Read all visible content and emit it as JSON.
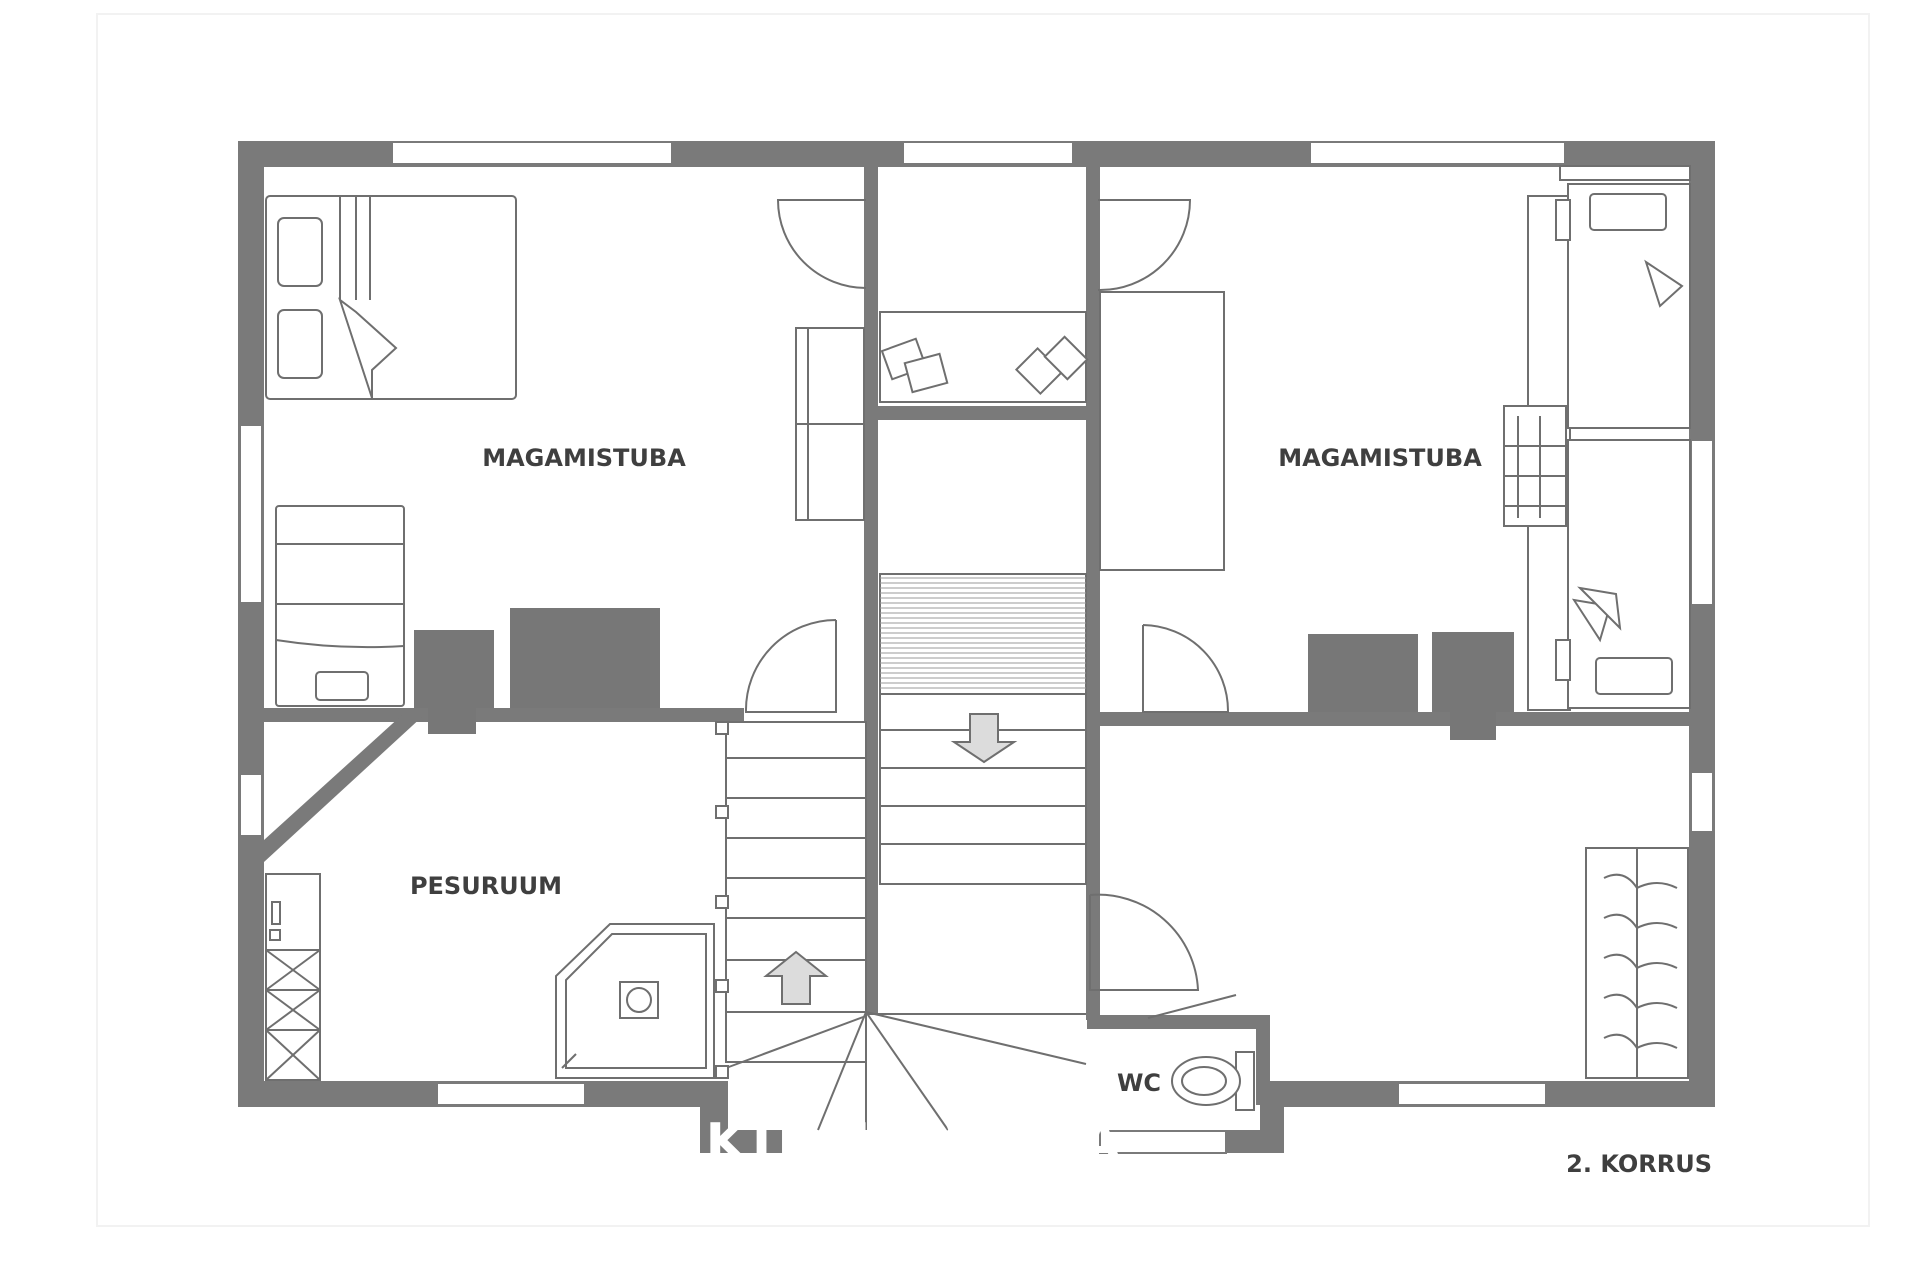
{
  "rooms": [
    {
      "id": "bedroom-left",
      "label": "MAGAMISTUBA"
    },
    {
      "id": "bedroom-right",
      "label": "MAGAMISTUBA"
    },
    {
      "id": "washroom",
      "label": "PESURUUM"
    },
    {
      "id": "wc",
      "label": "WC"
    }
  ],
  "floor_label": "2. KORRUS",
  "watermark": "KINNISVARA",
  "colors": {
    "wall": "#7a7a7a",
    "text": "#3f3f3f",
    "background": "#ffffff"
  }
}
